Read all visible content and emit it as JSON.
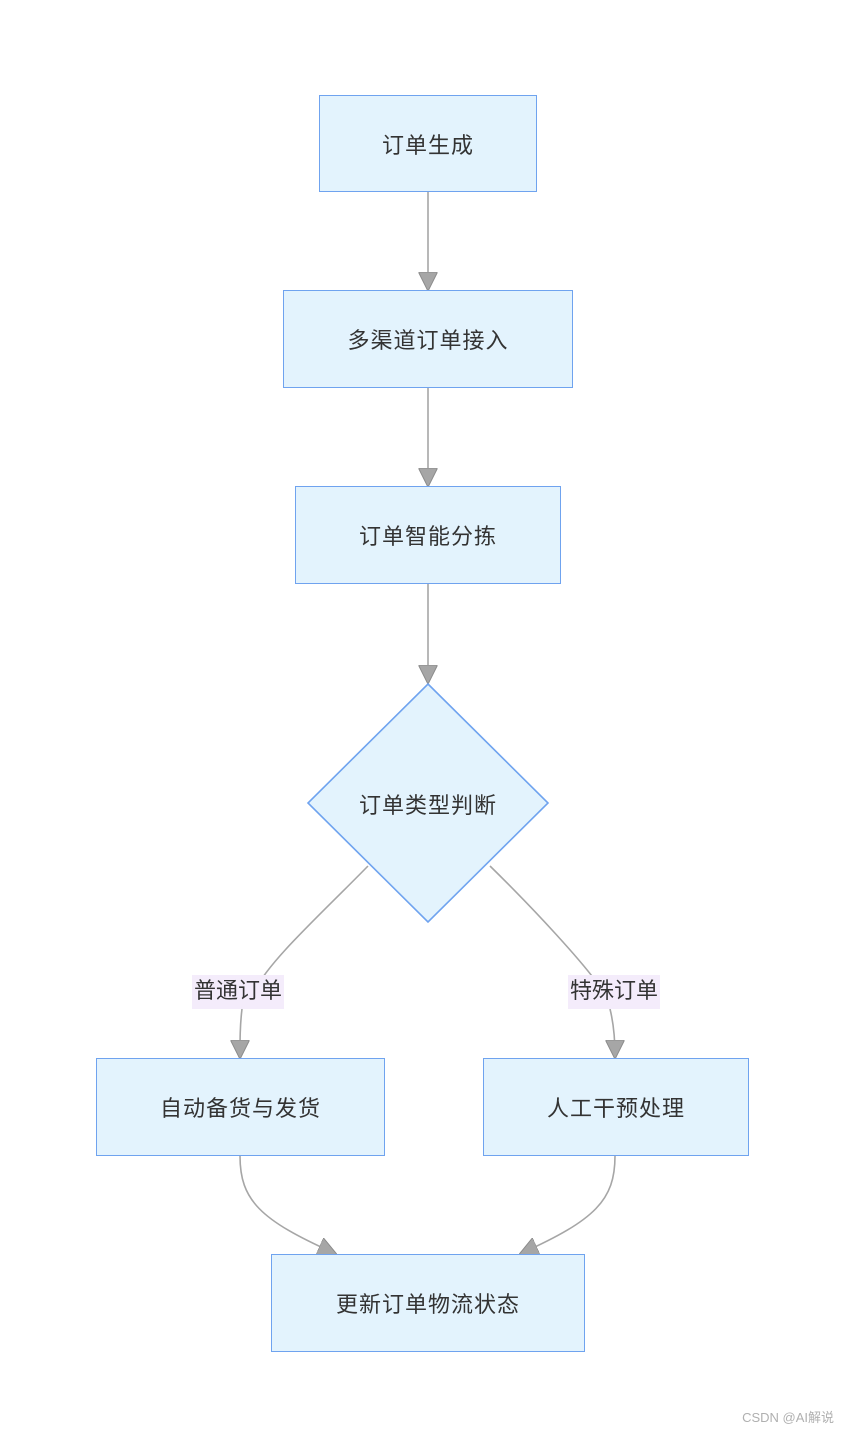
{
  "nodes": {
    "order_created": "订单生成",
    "multi_channel": "多渠道订单接入",
    "smart_sorting": "订单智能分拣",
    "type_decision": "订单类型判断",
    "auto_ship": "自动备货与发货",
    "manual": "人工干预处理",
    "update_status": "更新订单物流状态"
  },
  "edges": {
    "normal_label": "普通订单",
    "special_label": "特殊订单"
  },
  "colors": {
    "node_fill": "#e3f3fd",
    "node_border": "#6fa3ef",
    "edge": "#a6a6a6",
    "label_bg": "#f4ecfb"
  },
  "watermark": "CSDN @AI解说"
}
